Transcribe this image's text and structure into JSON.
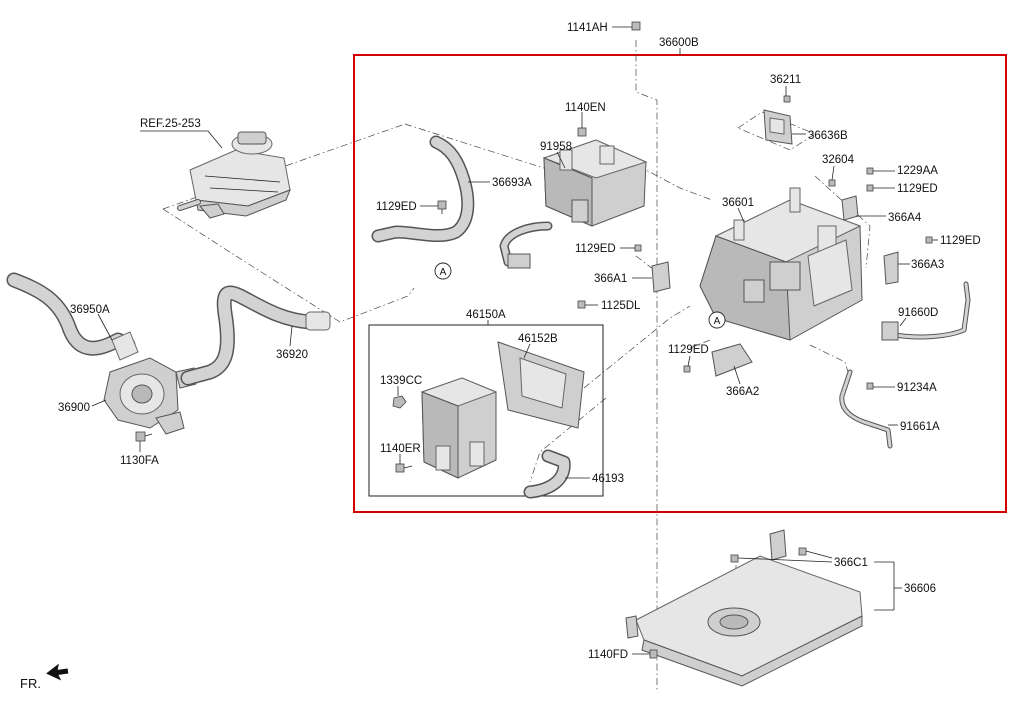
{
  "colors": {
    "highlight_frame": "#d20000",
    "part_fill": "#cfcfcf",
    "line": "#222222"
  },
  "callout_circle": "A",
  "direction_label": "FR.",
  "labels": {
    "p1141AH": "1141AH",
    "p36600B": "36600B",
    "pREF": "REF.25-253",
    "p36211": "36211",
    "p1140EN": "1140EN",
    "p36636B": "36636B",
    "p91958": "91958",
    "p32604": "32604",
    "p1229AA": "1229AA",
    "p36693A": "36693A",
    "p1129ED_a": "1129ED",
    "p1129ED_b": "1129ED",
    "p36601": "36601",
    "p366A4": "366A4",
    "p1129ED_c": "1129ED",
    "p1129ED_d": "1129ED",
    "p1129ED_e": "1129ED",
    "p366A1": "366A1",
    "p366A3": "366A3",
    "p36950A": "36950A",
    "p46150A": "46150A",
    "p1125DL": "1125DL",
    "p91660D": "91660D",
    "p36920": "36920",
    "p46152B": "46152B",
    "p1339CC": "1339CC",
    "p366A2": "366A2",
    "p36900": "36900",
    "p91234A": "91234A",
    "p91661A": "91661A",
    "p1140ER": "1140ER",
    "p1130FA": "1130FA",
    "p46193": "46193",
    "p366C1": "366C1",
    "p36606": "36606",
    "p1140FD": "1140FD"
  }
}
